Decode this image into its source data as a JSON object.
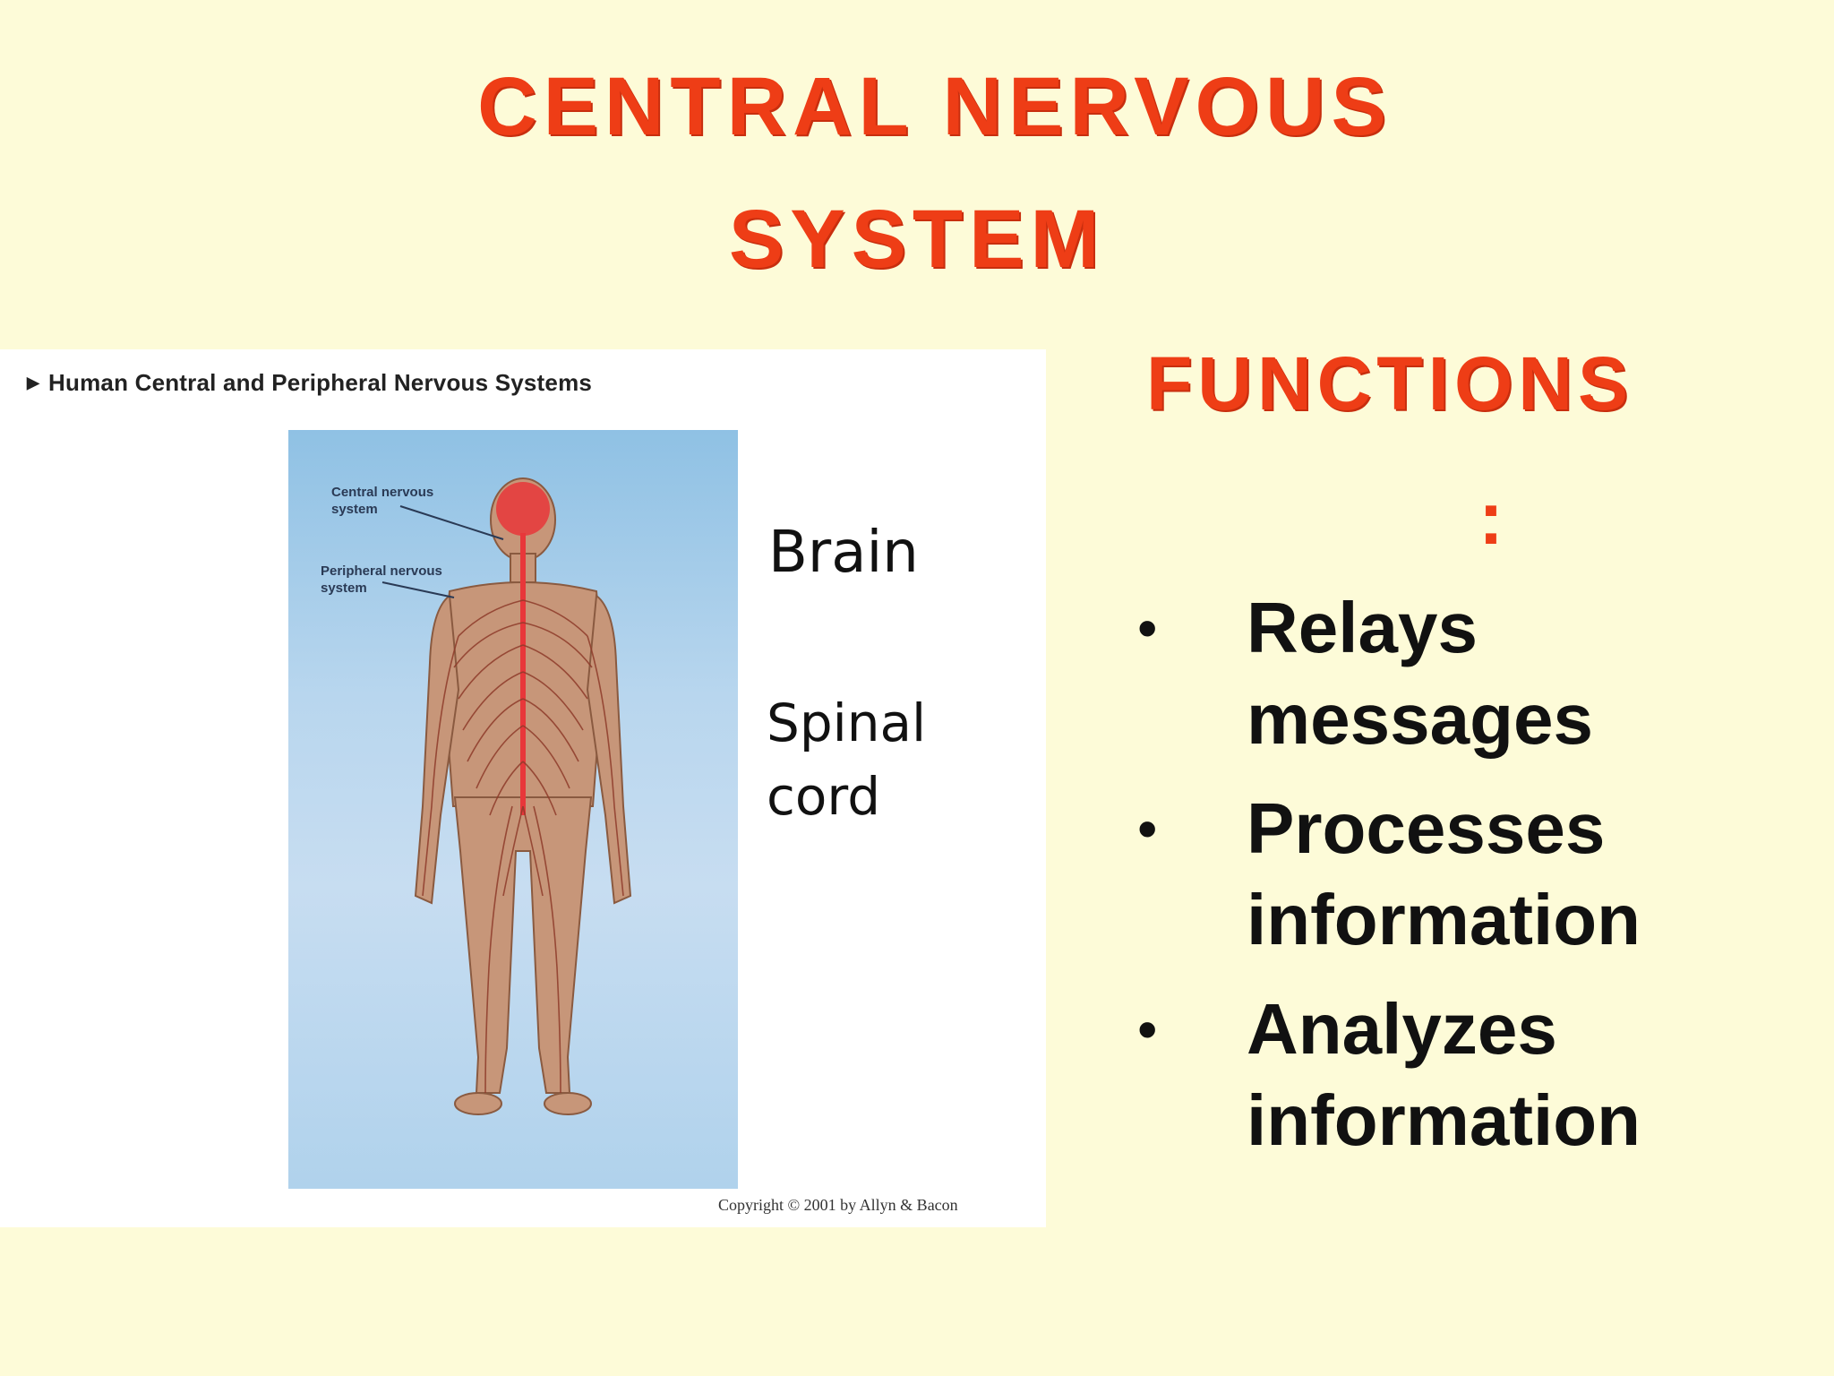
{
  "slide": {
    "title_line1": "CENTRAL NERVOUS",
    "title_line2": "SYSTEM"
  },
  "figure": {
    "caption": "Human Central and Peripheral Nervous Systems",
    "caption_icon": "triangle-bullet-icon",
    "label_cns": "Central nervous system",
    "label_pns": "Peripheral nervous system",
    "brain_label": "Brain",
    "spinal_label": "Spinal cord",
    "copyright": "Copyright © 2001 by Allyn & Bacon"
  },
  "functions": {
    "title": "FUNCTIONS",
    "colon": ":",
    "items": [
      {
        "text": "Relays messages"
      },
      {
        "text": "Processes information"
      },
      {
        "text": "Analyzes information"
      }
    ]
  },
  "colors": {
    "background": "#fdfbd8",
    "title_red": "#ee3d16",
    "nerve_red": "#e8373a",
    "skin": "#c79679"
  }
}
